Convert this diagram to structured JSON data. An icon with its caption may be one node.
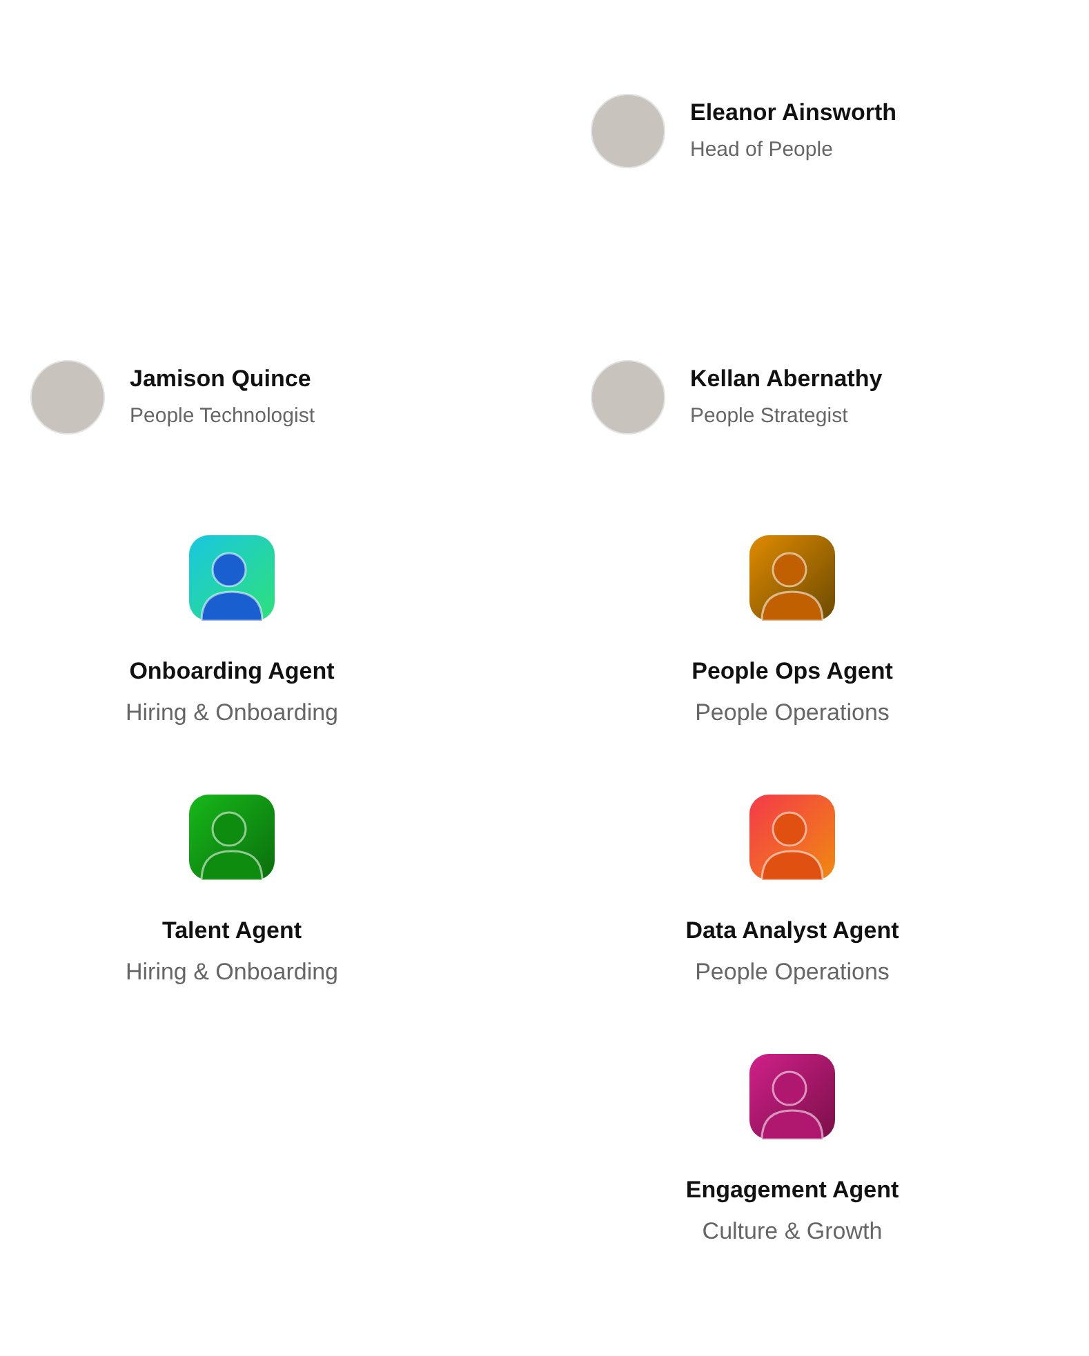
{
  "diagram": {
    "nodes": [
      {
        "text": [
          "Eleanor Ainsworth",
          "Head of People"
        ]
      },
      {
        "text": [
          "Jamison Quince",
          "People Technologist"
        ]
      },
      {
        "text": [
          "Kellan Abernathy",
          "People Strategist"
        ]
      },
      {
        "text": [
          "Onboarding Agent",
          "Hiring & Onboarding"
        ]
      },
      {
        "text": [
          "People Ops Agent",
          "People Operations"
        ]
      },
      {
        "text": [
          "Talent Agent",
          "Hiring & Onboarding"
        ]
      },
      {
        "text": [
          "Data Analyst Agent",
          "People Operations"
        ]
      },
      {
        "text": [
          "Engagement Agent",
          "Culture & Growth"
        ]
      }
    ]
  }
}
